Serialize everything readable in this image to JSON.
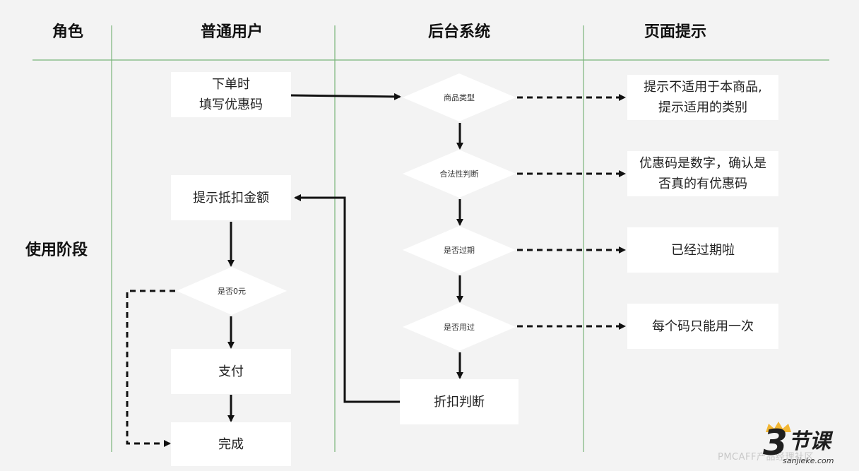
{
  "columns": {
    "role": "角色",
    "user": "普通用户",
    "backend": "后台系统",
    "hint": "页面提示"
  },
  "phase_label": "使用阶段",
  "user_lane": {
    "order_box": "下单时\n填写优惠码",
    "show_discount_box": "提示抵扣金额",
    "zero_check": "是否0元",
    "pay_box": "支付",
    "done_box": "完成"
  },
  "backend_lane": {
    "d1": "商品类型",
    "d2": "合法性判断",
    "d3": "是否过期",
    "d4": "是否用过",
    "discount_box": "折扣判断"
  },
  "hint_lane": {
    "h1": "提示不适用于本商品,\n提示适用的类别",
    "h2": "优惠码是数字，确认是\n否真的有优惠码",
    "h3": "已经过期啦",
    "h4": "每个码只能用一次"
  },
  "watermark": "PMCAFF产品经理社区",
  "logo": {
    "number": "3",
    "text": "节课",
    "url": "sanjieke.com"
  },
  "colors": {
    "background": "#f3f3f3",
    "grid_line": "#79b47a",
    "arrow": "#111111",
    "box": "#ffffff"
  }
}
